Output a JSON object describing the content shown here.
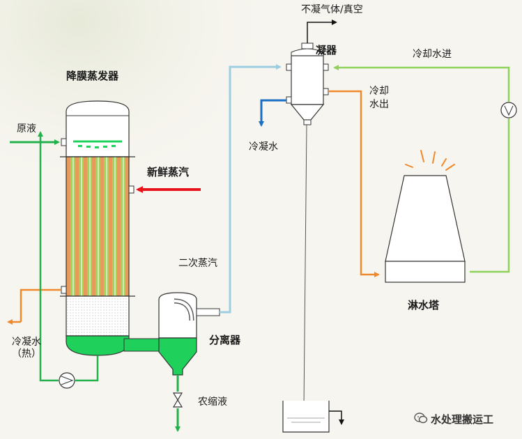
{
  "labels": {
    "evaporator": "降膜蒸发器",
    "raw_liquid": "原液",
    "fresh_steam": "新鲜蒸汽",
    "secondary_steam": "二次蒸汽",
    "hot_condensate_line1": "冷凝水",
    "hot_condensate_line2": "（热）",
    "separator": "分离器",
    "concentrate": "农缩液",
    "non_condensable": "不凝气体/真空",
    "condenser": "凝器",
    "cooling_water_in": "冷却水进",
    "cooling_water_out_line1": "冷却",
    "cooling_water_out_line2": "水出",
    "condensate": "冷凝水",
    "cooling_tower": "淋水塔"
  },
  "watermark": "水处理搬运工",
  "colors": {
    "green_line": "#22b14c",
    "light_green_line": "#8ed25a",
    "red_steam": "#e8141c",
    "orange_line": "#f0892c",
    "light_blue_steam": "#9ccde0",
    "blue_condensate": "#1a6fc2",
    "tube_orange": "#e79a5a",
    "tube_green": "#9fd45f",
    "liquid_green": "#1fd15a"
  },
  "icons": [
    "pump-icon",
    "valve-icon",
    "wechat-icon"
  ]
}
